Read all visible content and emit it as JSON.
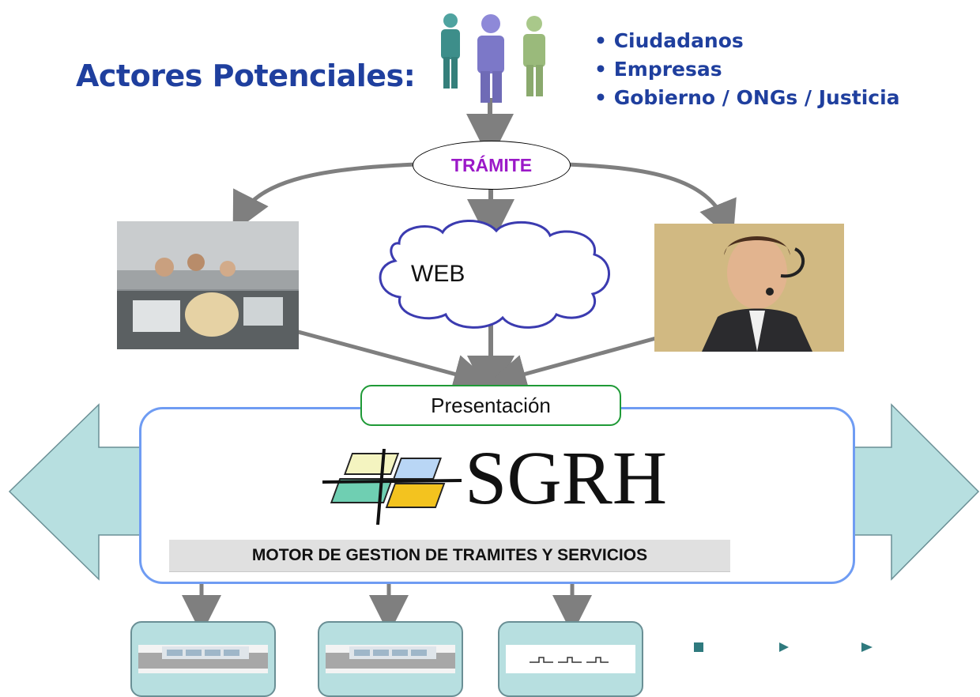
{
  "title": "Actores Potenciales:",
  "actors": [
    "Ciudadanos",
    "Empresas",
    "Gobierno / ONGs / Justicia"
  ],
  "tramite": "TRÁMITE",
  "channels": {
    "web": "WEB"
  },
  "presentation": "Presentación",
  "engine": {
    "logo_text": "SGRH",
    "subtitle": "MOTOR DE GESTION DE TRAMITES Y SERVICIOS"
  },
  "colors": {
    "title_blue": "#1f3f9e",
    "tramite_purple": "#9b19c8",
    "main_border": "#6f9cf3",
    "presentation_border": "#1f9a37",
    "side_arrows": "#b7dfe0",
    "connector": "#7f7f7f"
  }
}
